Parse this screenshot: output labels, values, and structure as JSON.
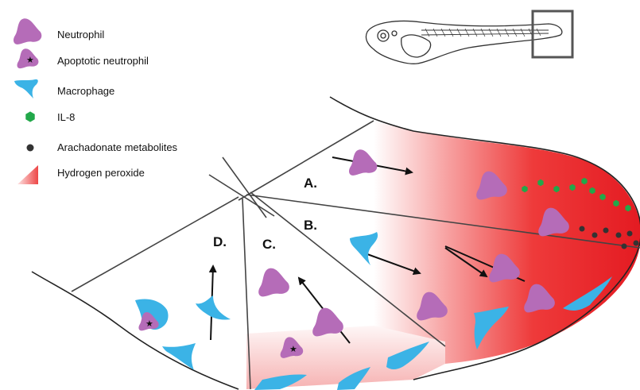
{
  "legend": {
    "neutrophil": "Neutrophil",
    "apoptotic_neutrophil": "Apoptotic neutrophil",
    "macrophage": "Macrophage",
    "il8": "IL-8",
    "arachadonate": "Arachadonate metabolites",
    "hydrogen_peroxide": "Hydrogen peroxide"
  },
  "regions": {
    "a": "A.",
    "b": "B.",
    "c": "C.",
    "d": "D."
  },
  "colors": {
    "neutrophil": "#b56cb8",
    "macrophage": "#3bb3e6",
    "il8": "#22a84a",
    "arachadonate": "#333333",
    "peroxide": "#ea1c24"
  }
}
